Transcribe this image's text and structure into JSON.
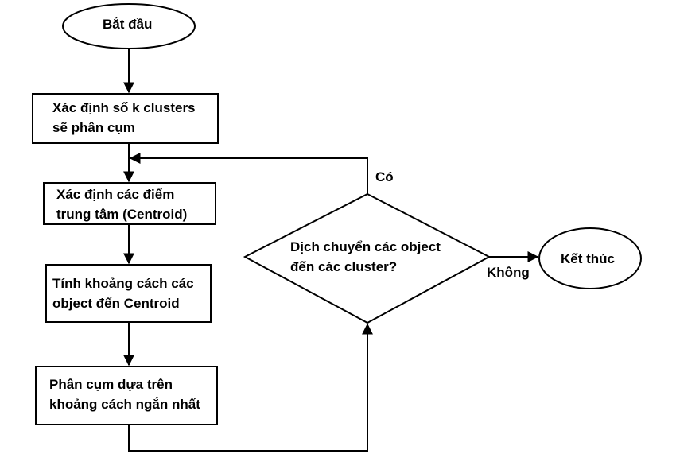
{
  "flowchart": {
    "start": "Bắt đầu",
    "step1": "Xác định số k clusters\nsẽ phân cụm",
    "step2": "Xác định các điểm\ntrung tâm (Centroid)",
    "step3": "Tính khoảng cách các\nobject đến Centroid",
    "step4": "Phân cụm dựa trên\nkhoảng cách ngắn nhất",
    "decision": "Dịch chuyển các object\nđến các cluster?",
    "yes_label": "Có",
    "no_label": "Không",
    "end": "Kết thúc"
  }
}
